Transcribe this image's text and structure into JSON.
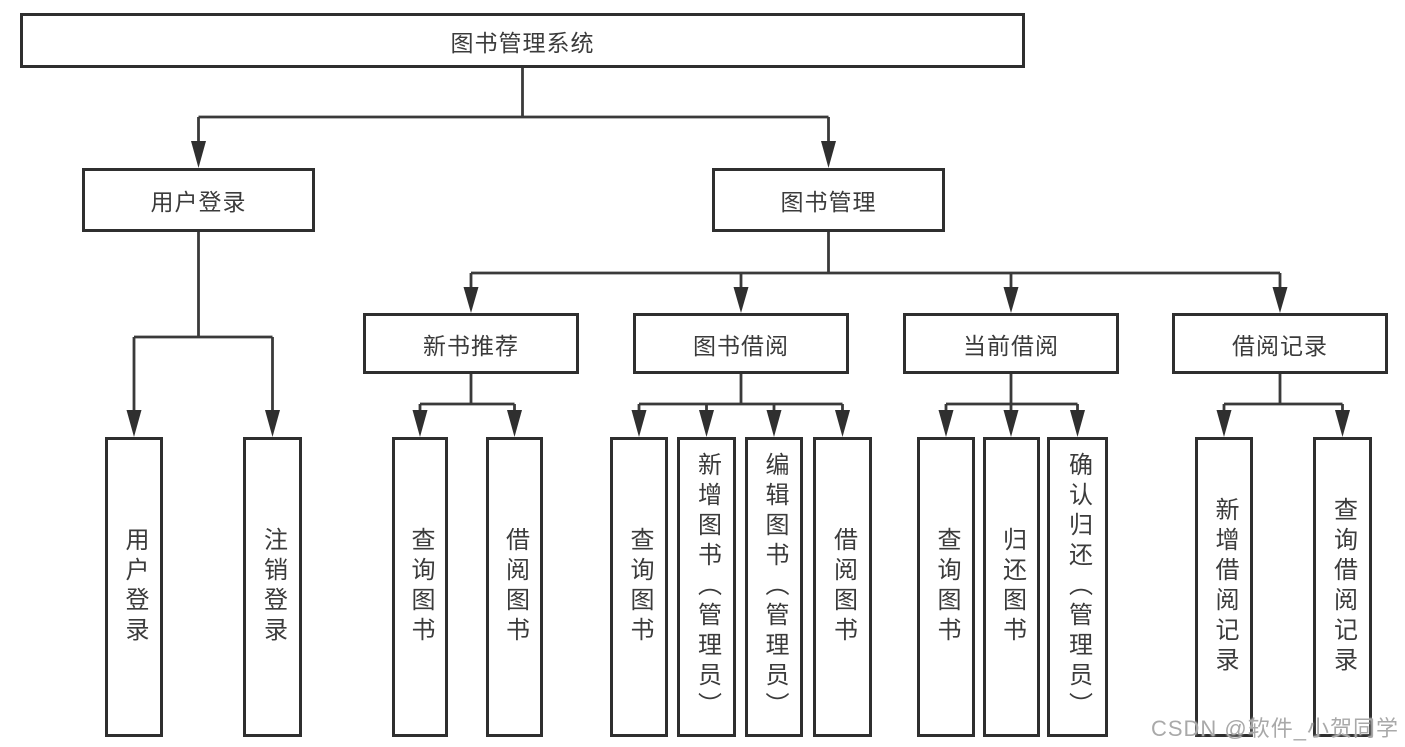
{
  "colors": {
    "line": "#3a3a3a",
    "border": "#2f2f2f",
    "text": "#3b3b3b",
    "box_bg": "#ffffff",
    "watermark_text": "#a9a9a9"
  },
  "root": {
    "label": "图书管理系统"
  },
  "level2": [
    {
      "label": "用户登录"
    },
    {
      "label": "图书管理"
    }
  ],
  "level3": [
    {
      "label": "新书推荐"
    },
    {
      "label": "图书借阅"
    },
    {
      "label": "当前借阅"
    },
    {
      "label": "借阅记录"
    }
  ],
  "leaves": {
    "login": [
      "用户登录",
      "注销登录"
    ],
    "recommend": [
      "查询图书",
      "借阅图书"
    ],
    "borrow": [
      "查询图书",
      "新增图书（管理员）",
      "编辑图书（管理员）",
      "借阅图书"
    ],
    "current": [
      "查询图书",
      "归还图书",
      "确认归还（管理员）"
    ],
    "records": [
      "新增借阅记录",
      "查询借阅记录"
    ]
  },
  "watermark": "CSDN @软件_小贺同学"
}
